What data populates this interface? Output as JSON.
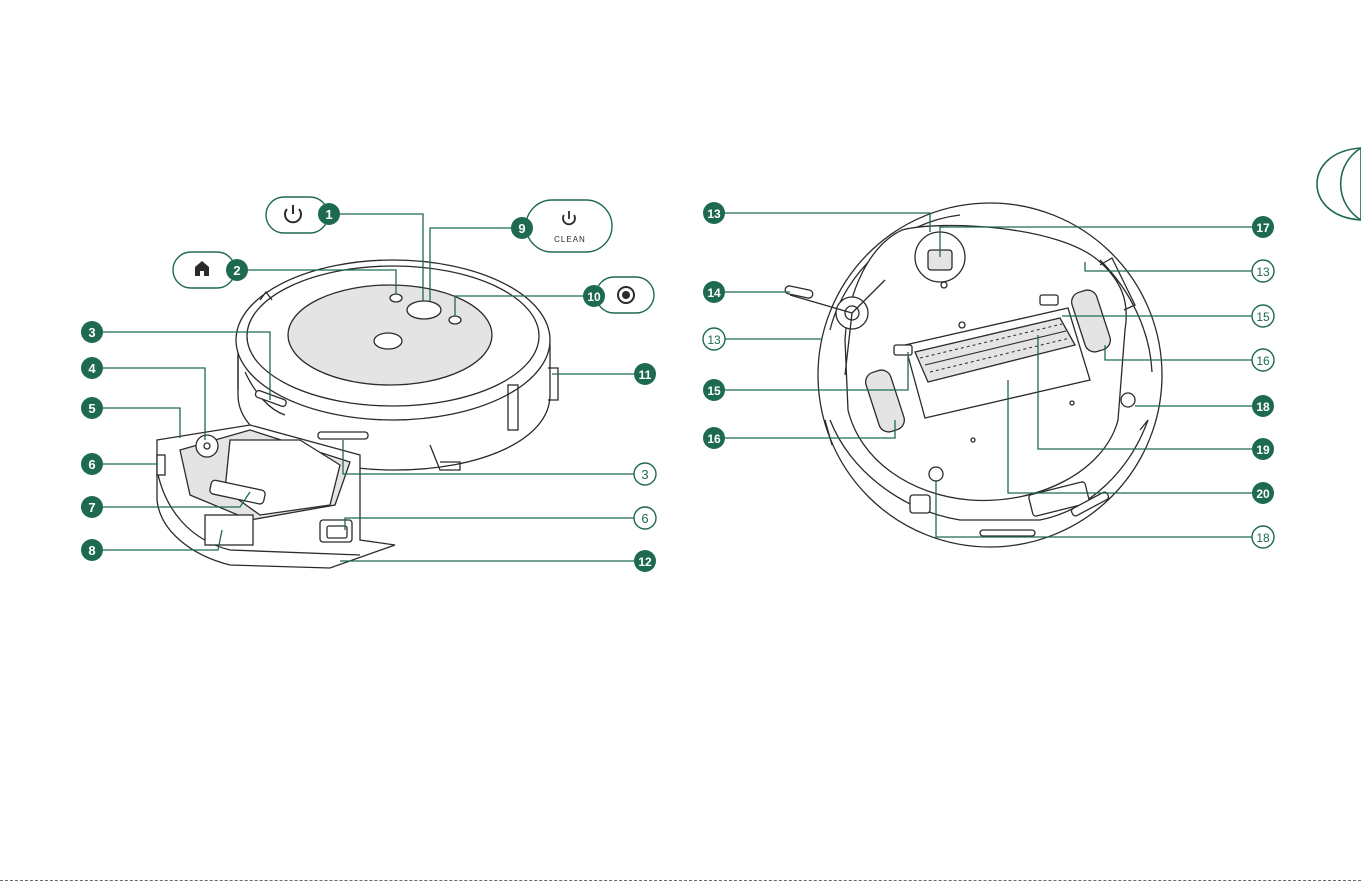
{
  "colors": {
    "accent": "#1e6a4f",
    "ink": "#2b2b2b",
    "panel": "#e4e4e4"
  },
  "icons": {
    "power": "power-icon",
    "home": "home-icon",
    "spot": "spot-clean-icon"
  },
  "top_view": {
    "power_button_label": "",
    "clean_button_caption": "CLEAN",
    "callouts": [
      "1",
      "2",
      "3",
      "4",
      "5",
      "6",
      "7",
      "8",
      "9",
      "10",
      "11",
      "3",
      "6",
      "12"
    ]
  },
  "bottom_view": {
    "callouts": [
      "13",
      "14",
      "13",
      "15",
      "16",
      "17",
      "13",
      "15",
      "16",
      "18",
      "19",
      "20",
      "18"
    ]
  }
}
